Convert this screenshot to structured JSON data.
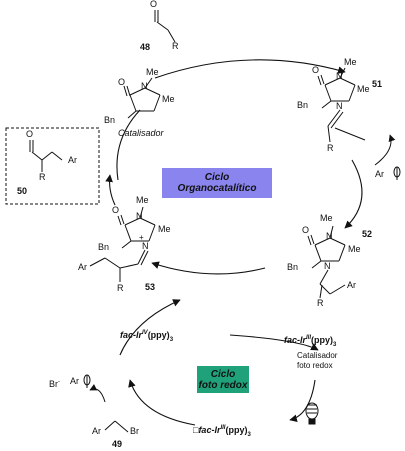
{
  "compounds": {
    "aldehyde": "48",
    "imine_51": "51",
    "radical_52": "52",
    "iminium_53": "53",
    "product_50": "50",
    "bromide_49": "49"
  },
  "atom_labels": {
    "O": "O",
    "Me": "Me",
    "Bn": "Bn",
    "N": "N",
    "R": "R",
    "Ar": "Ar",
    "Br": "Br",
    "Br_anion": "Br",
    "plus": "+",
    "minus": "-"
  },
  "catalyst_label": "Catalisador",
  "organo_cycle": {
    "line1": "Ciclo",
    "line2": "Organocatalítico",
    "color": "#8a84ee"
  },
  "photo_cycle": {
    "line1": "Ciclo",
    "line2": "foto redox",
    "color": "#1fa27a"
  },
  "ir_species": {
    "ir_iv": {
      "prefix": "fac-Ir",
      "ox": "IV",
      "ligand": "(ppy)",
      "sub": "3"
    },
    "ir_iii": {
      "prefix": "fac-Ir",
      "ox": "III",
      "ligand": "(ppy)",
      "sub": "3"
    },
    "ir_iii_excited": {
      "prefix": "fac-Ir",
      "ox": "III",
      "ligand": "(ppy)",
      "sub": "3",
      "marker": "□"
    }
  },
  "photocat_caption": {
    "line1": "Catalisador",
    "line2": "foto redox"
  }
}
